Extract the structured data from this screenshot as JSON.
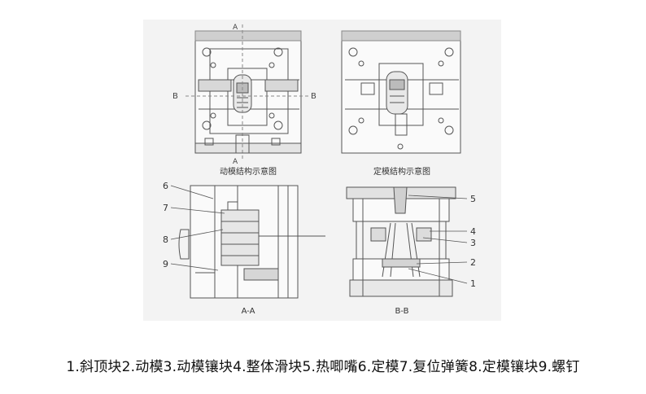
{
  "diagram": {
    "top_left": {
      "section_top": "A",
      "section_bottom": "A",
      "side_left": "B",
      "side_right": "B",
      "caption": "动模结构示意图"
    },
    "top_right": {
      "caption": "定模结构示意图"
    },
    "bottom_left": {
      "callouts": [
        "6",
        "7",
        "8",
        "9"
      ],
      "caption": "A-A"
    },
    "bottom_right": {
      "callouts": [
        "5",
        "4",
        "3",
        "2",
        "1"
      ],
      "caption": "B-B"
    }
  },
  "caption": "1.斜顶块2.动模3.动模镶块4.整体滑块5.热唧嘴6.定模7.复位弹簧8.定模镶块9.螺钉"
}
